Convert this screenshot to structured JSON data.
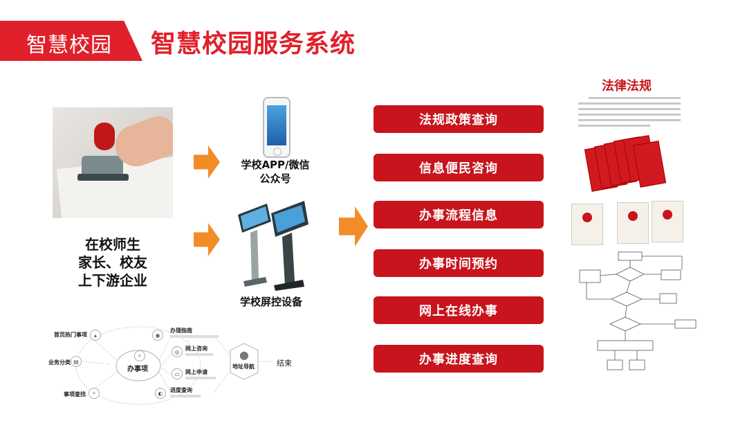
{
  "header": {
    "tag": "智慧校园",
    "title": "智慧校园服务系统"
  },
  "users": {
    "line1": "在校师生",
    "line2": "家长、校友",
    "line3": "上下游企业"
  },
  "devices": {
    "app_line1": "学校APP/微信",
    "app_line2": "公众号",
    "kiosk": "学校屏控设备"
  },
  "services": [
    {
      "label": "法规政策查询"
    },
    {
      "label": "信息便民咨询"
    },
    {
      "label": "办事流程信息"
    },
    {
      "label": "办事时间预约"
    },
    {
      "label": "网上在线办事"
    },
    {
      "label": "办事进度查询"
    }
  ],
  "law": {
    "title": "法律法规"
  },
  "diagram": {
    "center": "办事项",
    "left_items": [
      "首页热门事项",
      "业务分类",
      "事项查找"
    ],
    "right_items": [
      "办理指南",
      "网上咨询",
      "网上申请",
      "进度查询"
    ],
    "nav": "地址导航",
    "end": "结束"
  },
  "colors": {
    "brand_red": "#e0202a",
    "button_red": "#c8141c",
    "arrow_orange": "#f28c28"
  }
}
